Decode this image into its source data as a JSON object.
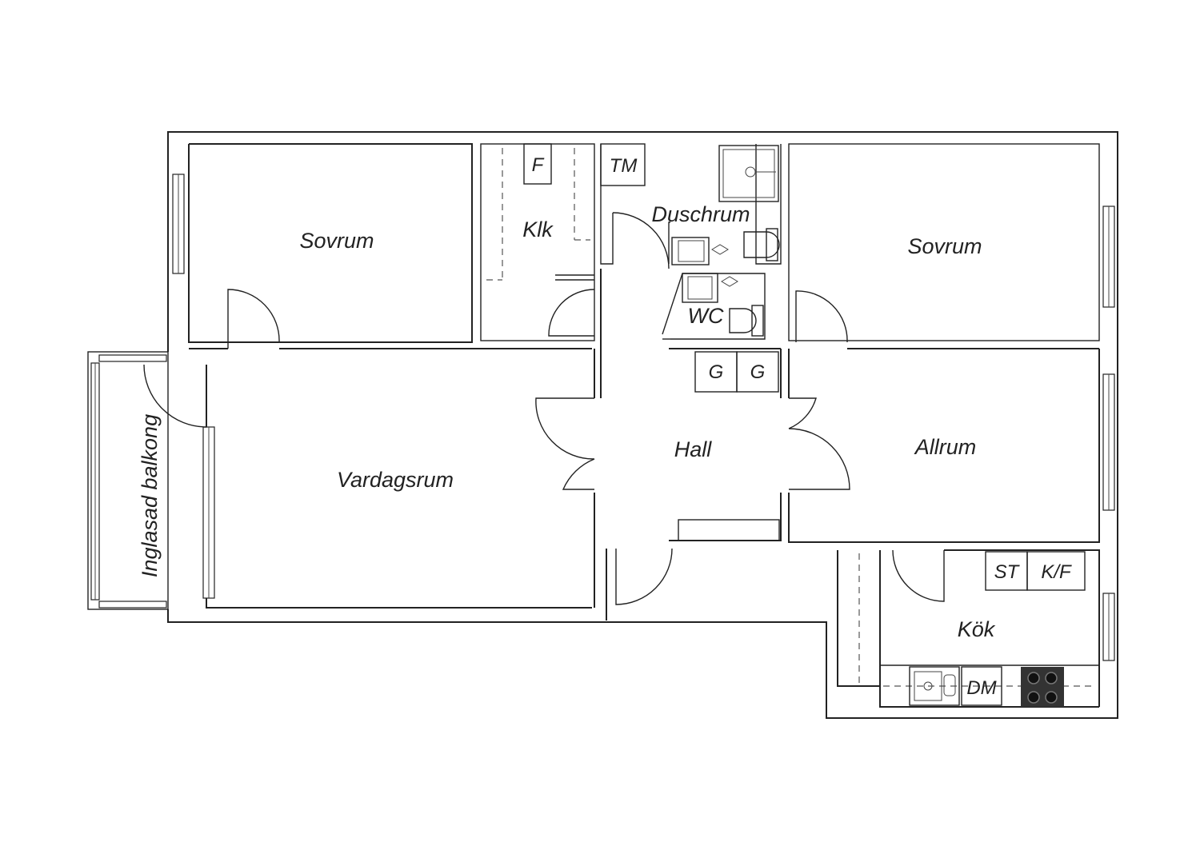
{
  "rooms": {
    "sovrum_left": "Sovrum",
    "klk": "Klk",
    "duschrum": "Duschrum",
    "sovrum_right": "Sovrum",
    "wc": "WC",
    "hall": "Hall",
    "allrum": "Allrum",
    "vardagsrum": "Vardagsrum",
    "balkong": "Inglasad balkong",
    "kok": "Kök"
  },
  "fixtures": {
    "f": "F",
    "tm": "TM",
    "g1": "G",
    "g2": "G",
    "st": "ST",
    "kf": "K/F",
    "dm": "DM"
  },
  "colors": {
    "line": "#222222",
    "background": "#ffffff",
    "stove": "#333333"
  }
}
